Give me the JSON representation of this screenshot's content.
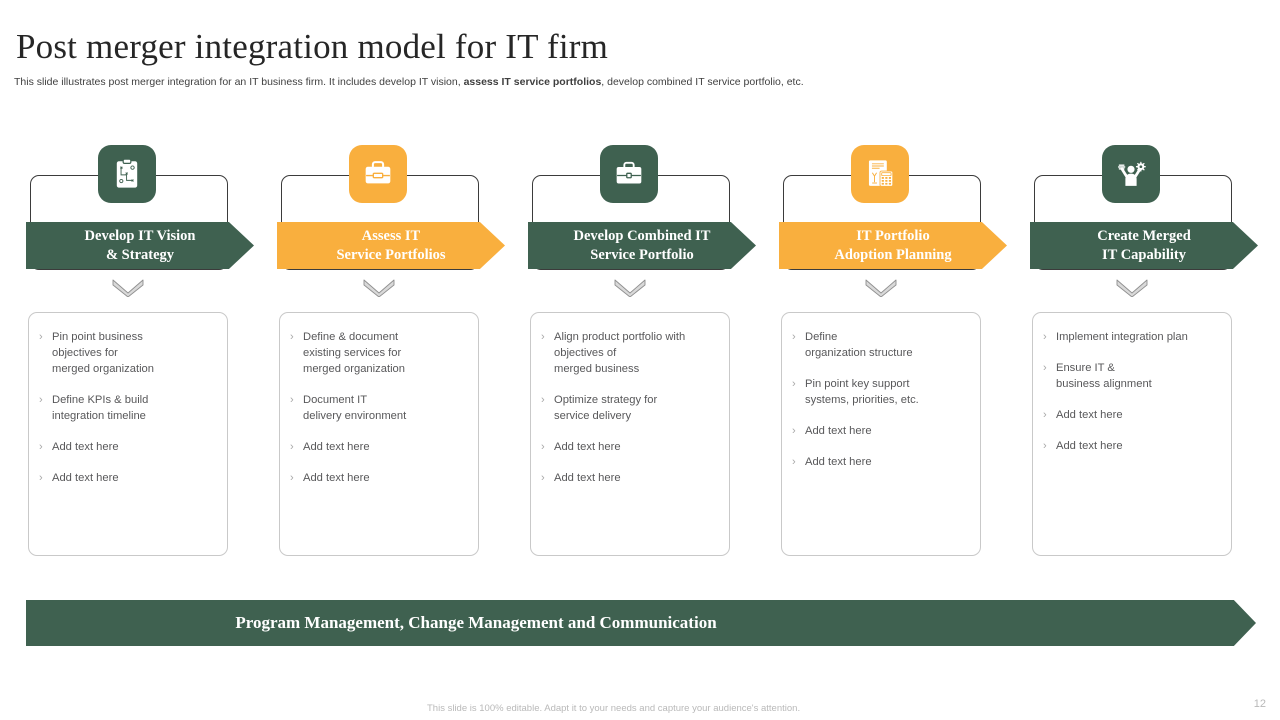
{
  "header": {
    "title": "Post merger integration model for IT firm",
    "subtitle_pre": "This slide illustrates post merger integration  for an IT  business firm. It includes develop IT vision, ",
    "subtitle_bold": "assess IT service portfolios",
    "subtitle_post": ", develop combined IT  service portfolio, etc."
  },
  "colors": {
    "green": "#3f6150",
    "orange": "#f9af3e",
    "text_gray": "#58585a",
    "caret_gray": "#a8a8a8",
    "footer_gray": "#b9b9b9"
  },
  "columns": [
    {
      "icon": "clipboard-strategy-icon",
      "color": "#3f6150",
      "title_line1": "Develop IT Vision",
      "title_line2": "& Strategy",
      "bullets": [
        "Pin point business\nobjectives for\nmerged organization",
        "Define  KPIs & build\nintegration timeline",
        "Add text here",
        "Add text here"
      ]
    },
    {
      "icon": "toolbox-icon",
      "color": "#f9af3e",
      "title_line1": "Assess IT",
      "title_line2": "Service Portfolios",
      "bullets": [
        "Define  & document\nexisting services for\nmerged organization",
        "Document IT\ndelivery environment",
        "Add text here",
        "Add text here"
      ]
    },
    {
      "icon": "briefcase-icon",
      "color": "#3f6150",
      "title_line1": "Develop Combined  IT",
      "title_line2": "Service Portfolio",
      "bullets": [
        "Align product  portfolio  with\nobjectives  of\nmerged  business",
        "Optimize strategy for\nservice  delivery",
        "Add text here",
        "Add text here"
      ]
    },
    {
      "icon": "document-calculator-icon",
      "color": "#f9af3e",
      "title_line1": "IT Portfolio",
      "title_line2": "Adoption  Planning",
      "bullets": [
        "Define\norganization  structure",
        "Pin point key support\nsystems, priorities, etc.",
        "Add text here",
        "Add text here"
      ]
    },
    {
      "icon": "person-achievement-icon",
      "color": "#3f6150",
      "title_line1": "Create Merged",
      "title_line2": "IT Capability",
      "bullets": [
        "Implement  integration  plan",
        "Ensure IT &\nbusiness alignment",
        "Add text here",
        "Add text here"
      ]
    }
  ],
  "bottom_banner": {
    "label": "Program Management, Change Management and Communication"
  },
  "footer": {
    "note": "This slide is 100% editable. Adapt it to your needs and capture your audience's attention.",
    "page_number": "12"
  }
}
